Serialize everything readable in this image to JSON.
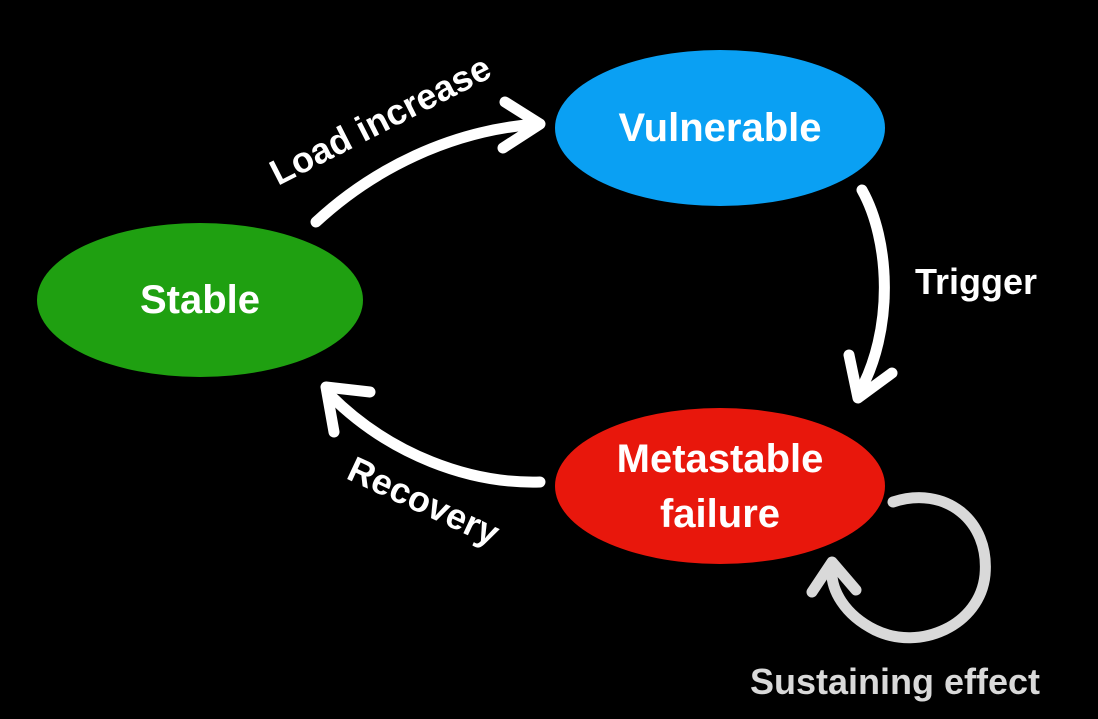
{
  "diagram": {
    "nodes": {
      "stable": {
        "label": "Stable",
        "color": "#1fa011"
      },
      "vulnerable": {
        "label": "Vulnerable",
        "color": "#0aa0f3"
      },
      "metastable": {
        "line1": "Metastable",
        "line2": "failure",
        "color": "#e8170c"
      }
    },
    "edges": {
      "load_increase": "Load increase",
      "trigger": "Trigger",
      "recovery": "Recovery",
      "sustaining_effect": "Sustaining effect"
    },
    "colors": {
      "background": "#000000",
      "arrow": "#ffffff",
      "self_loop_arrow": "#d9d9d9"
    }
  }
}
